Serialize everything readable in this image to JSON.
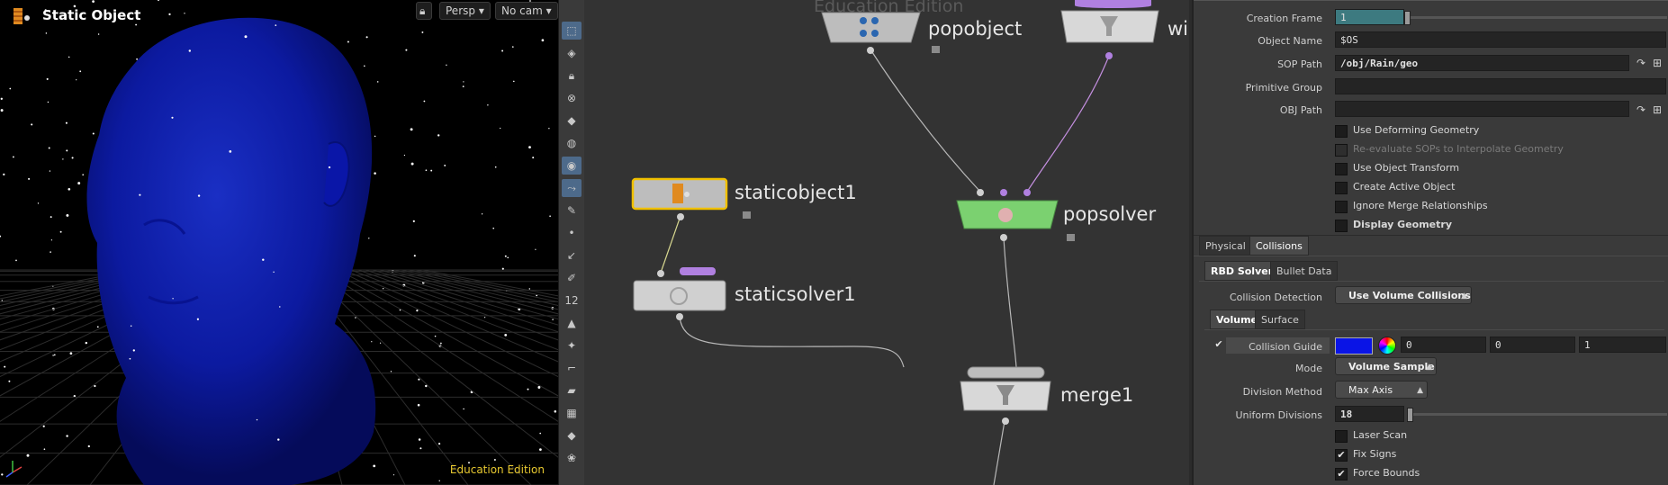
{
  "viewport": {
    "title": "Static Object",
    "persp_label": "Persp",
    "cam_label": "No cam",
    "edition": "Education Edition"
  },
  "toolbar": {
    "icons": [
      "select-icon",
      "view-icon",
      "lock-icon",
      "snap-icon",
      "handle-icon",
      "light-icon",
      "camera-icon",
      "pose-icon",
      "paint-icon",
      "dot-icon",
      "brush-icon",
      "edit-icon",
      "number-icon",
      "bucket-icon",
      "grid-icon",
      "angle-icon",
      "shelf-icon",
      "checker-icon",
      "diamond-icon",
      "flower-icon"
    ]
  },
  "network": {
    "watermark": "Education Edition",
    "nodes": {
      "popobject": "popobject",
      "staticobject1": "staticobject1",
      "staticsolver1": "staticsolver1",
      "popsolver": "popsolver",
      "merge1": "merge1",
      "partial_top_right": "wir"
    }
  },
  "params": {
    "creation_frame": {
      "label": "Creation Frame",
      "value": "1"
    },
    "object_name": {
      "label": "Object Name",
      "value": "$OS"
    },
    "sop_path": {
      "label": "SOP Path",
      "value": "/obj/Rain/geo"
    },
    "primitive_group": {
      "label": "Primitive Group",
      "value": ""
    },
    "obj_path": {
      "label": "OBJ Path",
      "value": ""
    },
    "checks": {
      "use_deforming": {
        "label": "Use Deforming Geometry",
        "checked": false
      },
      "reevaluate": {
        "label": "Re-evaluate SOPs to Interpolate Geometry",
        "checked": false
      },
      "use_obj_transform": {
        "label": "Use Object Transform",
        "checked": false
      },
      "create_active": {
        "label": "Create Active Object",
        "checked": false
      },
      "ignore_merge": {
        "label": "Ignore Merge Relationships",
        "checked": false
      },
      "display_geo": {
        "label": "Display Geometry",
        "checked": false
      }
    },
    "tabs_main": {
      "physical": "Physical",
      "collisions": "Collisions"
    },
    "tabs_sub": {
      "rbd": "RBD Solver",
      "bullet": "Bullet Data"
    },
    "collision_detection": {
      "label": "Collision Detection",
      "value": "Use Volume Collisions"
    },
    "tabs_vol": {
      "volume": "Volume",
      "surface": "Surface"
    },
    "collision_guide": {
      "label": "Collision Guide",
      "checked": true,
      "color": "#0a14e6",
      "r": "0",
      "g": "0",
      "b": "1"
    },
    "mode": {
      "label": "Mode",
      "value": "Volume Sample"
    },
    "division_method": {
      "label": "Division Method",
      "value": "Max Axis"
    },
    "uniform_divisions": {
      "label": "Uniform Divisions",
      "value": "18"
    },
    "laser_scan": {
      "label": "Laser Scan",
      "checked": false
    },
    "fix_signs": {
      "label": "Fix Signs",
      "checked": true
    },
    "force_bounds": {
      "label": "Force Bounds",
      "checked": true
    }
  }
}
